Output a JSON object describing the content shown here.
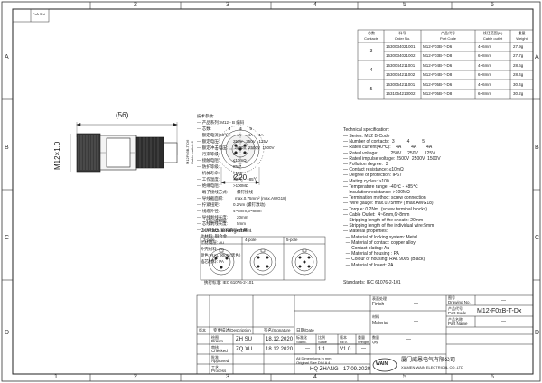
{
  "sheet": {
    "zones_top": [
      "1",
      "2",
      "3",
      "4",
      "5",
      "6"
    ],
    "zones_bottom": [
      "1",
      "2",
      "3",
      "4",
      "5",
      "6"
    ],
    "zones_side": [
      "A",
      "B",
      "C",
      "D"
    ],
    "corner_label": "Fxå Sht"
  },
  "order_table": {
    "headers": [
      {
        "cn": "芯数",
        "en": "Contacts"
      },
      {
        "cn": "料号",
        "en": "Order No."
      },
      {
        "cn": "产品代号",
        "en": "Port Code"
      },
      {
        "cn": "线径范围(D)",
        "en": "Cable outlet"
      },
      {
        "cn": "重量",
        "en": "Weight"
      }
    ],
    "groups": [
      {
        "contacts": "3",
        "rows": [
          {
            "order": "1630034021001",
            "code": "M12-F03B-T-D6",
            "cable": "4~6mm",
            "weight": "27.9g"
          },
          {
            "order": "1630034021002",
            "code": "M12-F03B-T-D8",
            "cable": "6~8mm",
            "weight": "27.7g"
          }
        ]
      },
      {
        "contacts": "4",
        "rows": [
          {
            "order": "1630044211001",
            "code": "M12-F04B-T-D6",
            "cable": "4~6mm",
            "weight": "28.6g"
          },
          {
            "order": "1630044211002",
            "code": "M12-F04B-T-D8",
            "cable": "6~8mm",
            "weight": "28.4g"
          }
        ]
      },
      {
        "contacts": "5",
        "rows": [
          {
            "order": "1630054211001",
            "code": "M12-F05B-T-D6",
            "cable": "4~6mm",
            "weight": "30.4g"
          },
          {
            "order": "1631054213002",
            "code": "M12-F05B-T-D8",
            "cable": "6~8mm",
            "weight": "30.2g"
          }
        ]
      }
    ]
  },
  "drawing": {
    "length_dim": "(56)",
    "dia_dim": "Ø20",
    "thread_label": "M12×1.0",
    "cable_note": "M12F03B-T-D6\nCable outlet×6"
  },
  "cn_spec": {
    "title": "技术参数:",
    "lines": [
      "— 产品系列: M12 - B 编码",
      "— 芯数:               3        4       5",
      "— 额定电流(40℃):     4A      4A     4A",
      "— 额定电压:            250V   250V   125V",
      "— 额定冲击电压:      2500V  2500V  1500V",
      "— 污染等级:            3",
      "— 接触电阻:            ≤10mΩ",
      "— 防护等级:            IP67",
      "— 机械寿命:            >100",
      "— 工作温度:            -40℃ - +85℃",
      "— 绝缘电阻:            >100MΩ",
      "— 端子接线方式:        螺钉接线",
      "— 导线截面积:          max.0.75mm² (max.AWG18)",
      "— 拧紧扭矩:            0.2Nm (螺钉激动)",
      "— 线缆外径:            4~6mm,6~8mm",
      "— 导线剥线长度:        20mm",
      "— 芯线剥线长度:        5mm",
      "— 材料特性: 锁紧螺母: 金属",
      "   针材料: 铜合金",
      "   针材镜层: Au",
      "   外壳材料: PA",
      "   颜色: RAL 9005 (黑色)",
      "   插芯材料: PA"
    ],
    "standard": "执行标准: IEC 61076-2-101"
  },
  "en_spec": {
    "title": "Technical specification:",
    "lines": [
      "— Series: M12 B-Code",
      "— Number of contacts:  3          4          5",
      "— Rated current(40℃):    4A        4A        4A",
      "— Rated voltage:          250V     250V     125V",
      "— Rated impulse voltage: 2500V  2500V  1500V",
      "— Pollution degree:  3",
      "— Contact resistance: ≤10mΩ",
      "— Degree of protection: IP67",
      "— Mating cycles: >100",
      "— Temperature range: -40℃ - +85℃",
      "— Insulation resistance: >100MΩ",
      "— Termination method: screw connection",
      "— Wire gauge: max.0.75mm² ( max.AWG18)",
      "— Torque: 0.2Nm. (screw terminal blocks)",
      "— Cable Outlet:  4~6mm,6~8mm",
      "— Stripping length of the sheath: 20mm",
      "— Stripping length of the individual wire:5mm",
      "— Material properties:",
      "  — Material of locking system: Metal",
      "  — Material of contact: copper alloy",
      "  — Contact plating: Au",
      "  — Material of housing : PA",
      "  — Colour of housing: RAL 9005 (Black)",
      "  — Material of Insert: PA"
    ],
    "standard": "Standards: IEC 61076-2-101"
  },
  "contacts": {
    "title_cn": "针位排布图",
    "title_en": "Contact arrangement",
    "poles": [
      "3-pole",
      "4-pole",
      "5-pole"
    ]
  },
  "title_block": {
    "finish_cn": "表面处理",
    "finish_en": "Finish",
    "finish_val": "—",
    "material_cn": "材料",
    "material_en": "Material",
    "material_val": "—",
    "drawing_no_cn": "图号",
    "drawing_no_en": "Drawing No.",
    "drawing_no_val": "—",
    "port_code_cn": "产品代号",
    "port_code_en": "Port Code",
    "port_code_val": "M12-F0xB-T-Dx",
    "part_name_cn": "产品名称",
    "part_name_en": "Part Name",
    "part_name_val": "—",
    "rev_header": [
      "版本",
      "变更描述/Description",
      "签名/Signature",
      "日期/Date"
    ],
    "scale_cn": "比例",
    "scale_en": "Scale",
    "scale_val": "1:1",
    "rev_cn": "版本",
    "rev_en": "REV.",
    "rev_val": "V1.0",
    "weight_cn": "重量",
    "weight_en": "Weight",
    "weight_val": "—",
    "qty_cn": "数量",
    "qty_en": "Qty.",
    "qty_val": "—",
    "std_cn": "标准化",
    "std_en": "Stand.",
    "std_val": "—",
    "people": [
      {
        "cn": "绘图",
        "en": "Drawn",
        "name": "ZH  SU",
        "date": "18.12.2020"
      },
      {
        "cn": "审核",
        "en": "Checked",
        "name": "ZQ  XU",
        "date": "18.12.2020"
      },
      {
        "cn": "批准",
        "en": "Approved",
        "name": "",
        "date": ""
      },
      {
        "cn": "工艺",
        "en": "Process",
        "name": "HQ  ZHANG",
        "date": "17.09.2020"
      }
    ],
    "tolerance_note": "All Dimensions in mm\nOriginal Size DIN A 4",
    "company_cn": "厦门威恩电气有限公司",
    "company_en": "XIAMEN WAIN ELECTRICAL CO.,LTD",
    "logo_text": "WAIN"
  }
}
